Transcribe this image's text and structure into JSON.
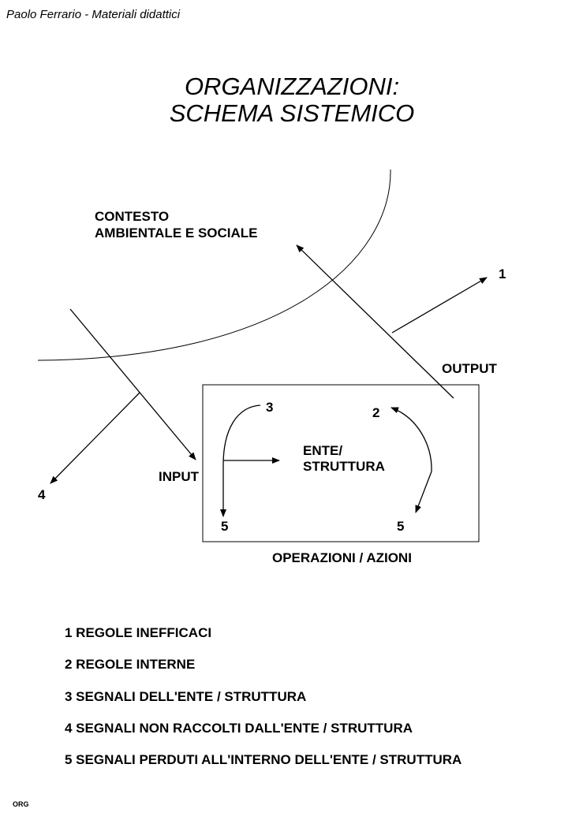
{
  "header": "Paolo Ferrario - Materiali didattici",
  "title": [
    "ORGANIZZAZIONI:",
    "SCHEMA SISTEMICO"
  ],
  "diagram": {
    "context_label": [
      "CONTESTO",
      "AMBIENTALE E SOCIALE"
    ],
    "output_label": "OUTPUT",
    "input_label": "INPUT",
    "entity_label": [
      "ENTE/",
      "STRUTTURA"
    ],
    "operations_label": "OPERAZIONI / AZIONI",
    "markers": {
      "m1": "1",
      "m2": "2",
      "m3": "3",
      "m4": "4",
      "m5a": "5",
      "m5b": "5"
    }
  },
  "legend": [
    "1  REGOLE INEFFICACI",
    "2  REGOLE INTERNE",
    "3  SEGNALI DELL'ENTE / STRUTTURA",
    "4  SEGNALI NON RACCOLTI DALL'ENTE / STRUTTURA",
    "5  SEGNALI PERDUTI ALL'INTERNO DELL'ENTE / STRUTTURA"
  ],
  "footer": "ORG"
}
